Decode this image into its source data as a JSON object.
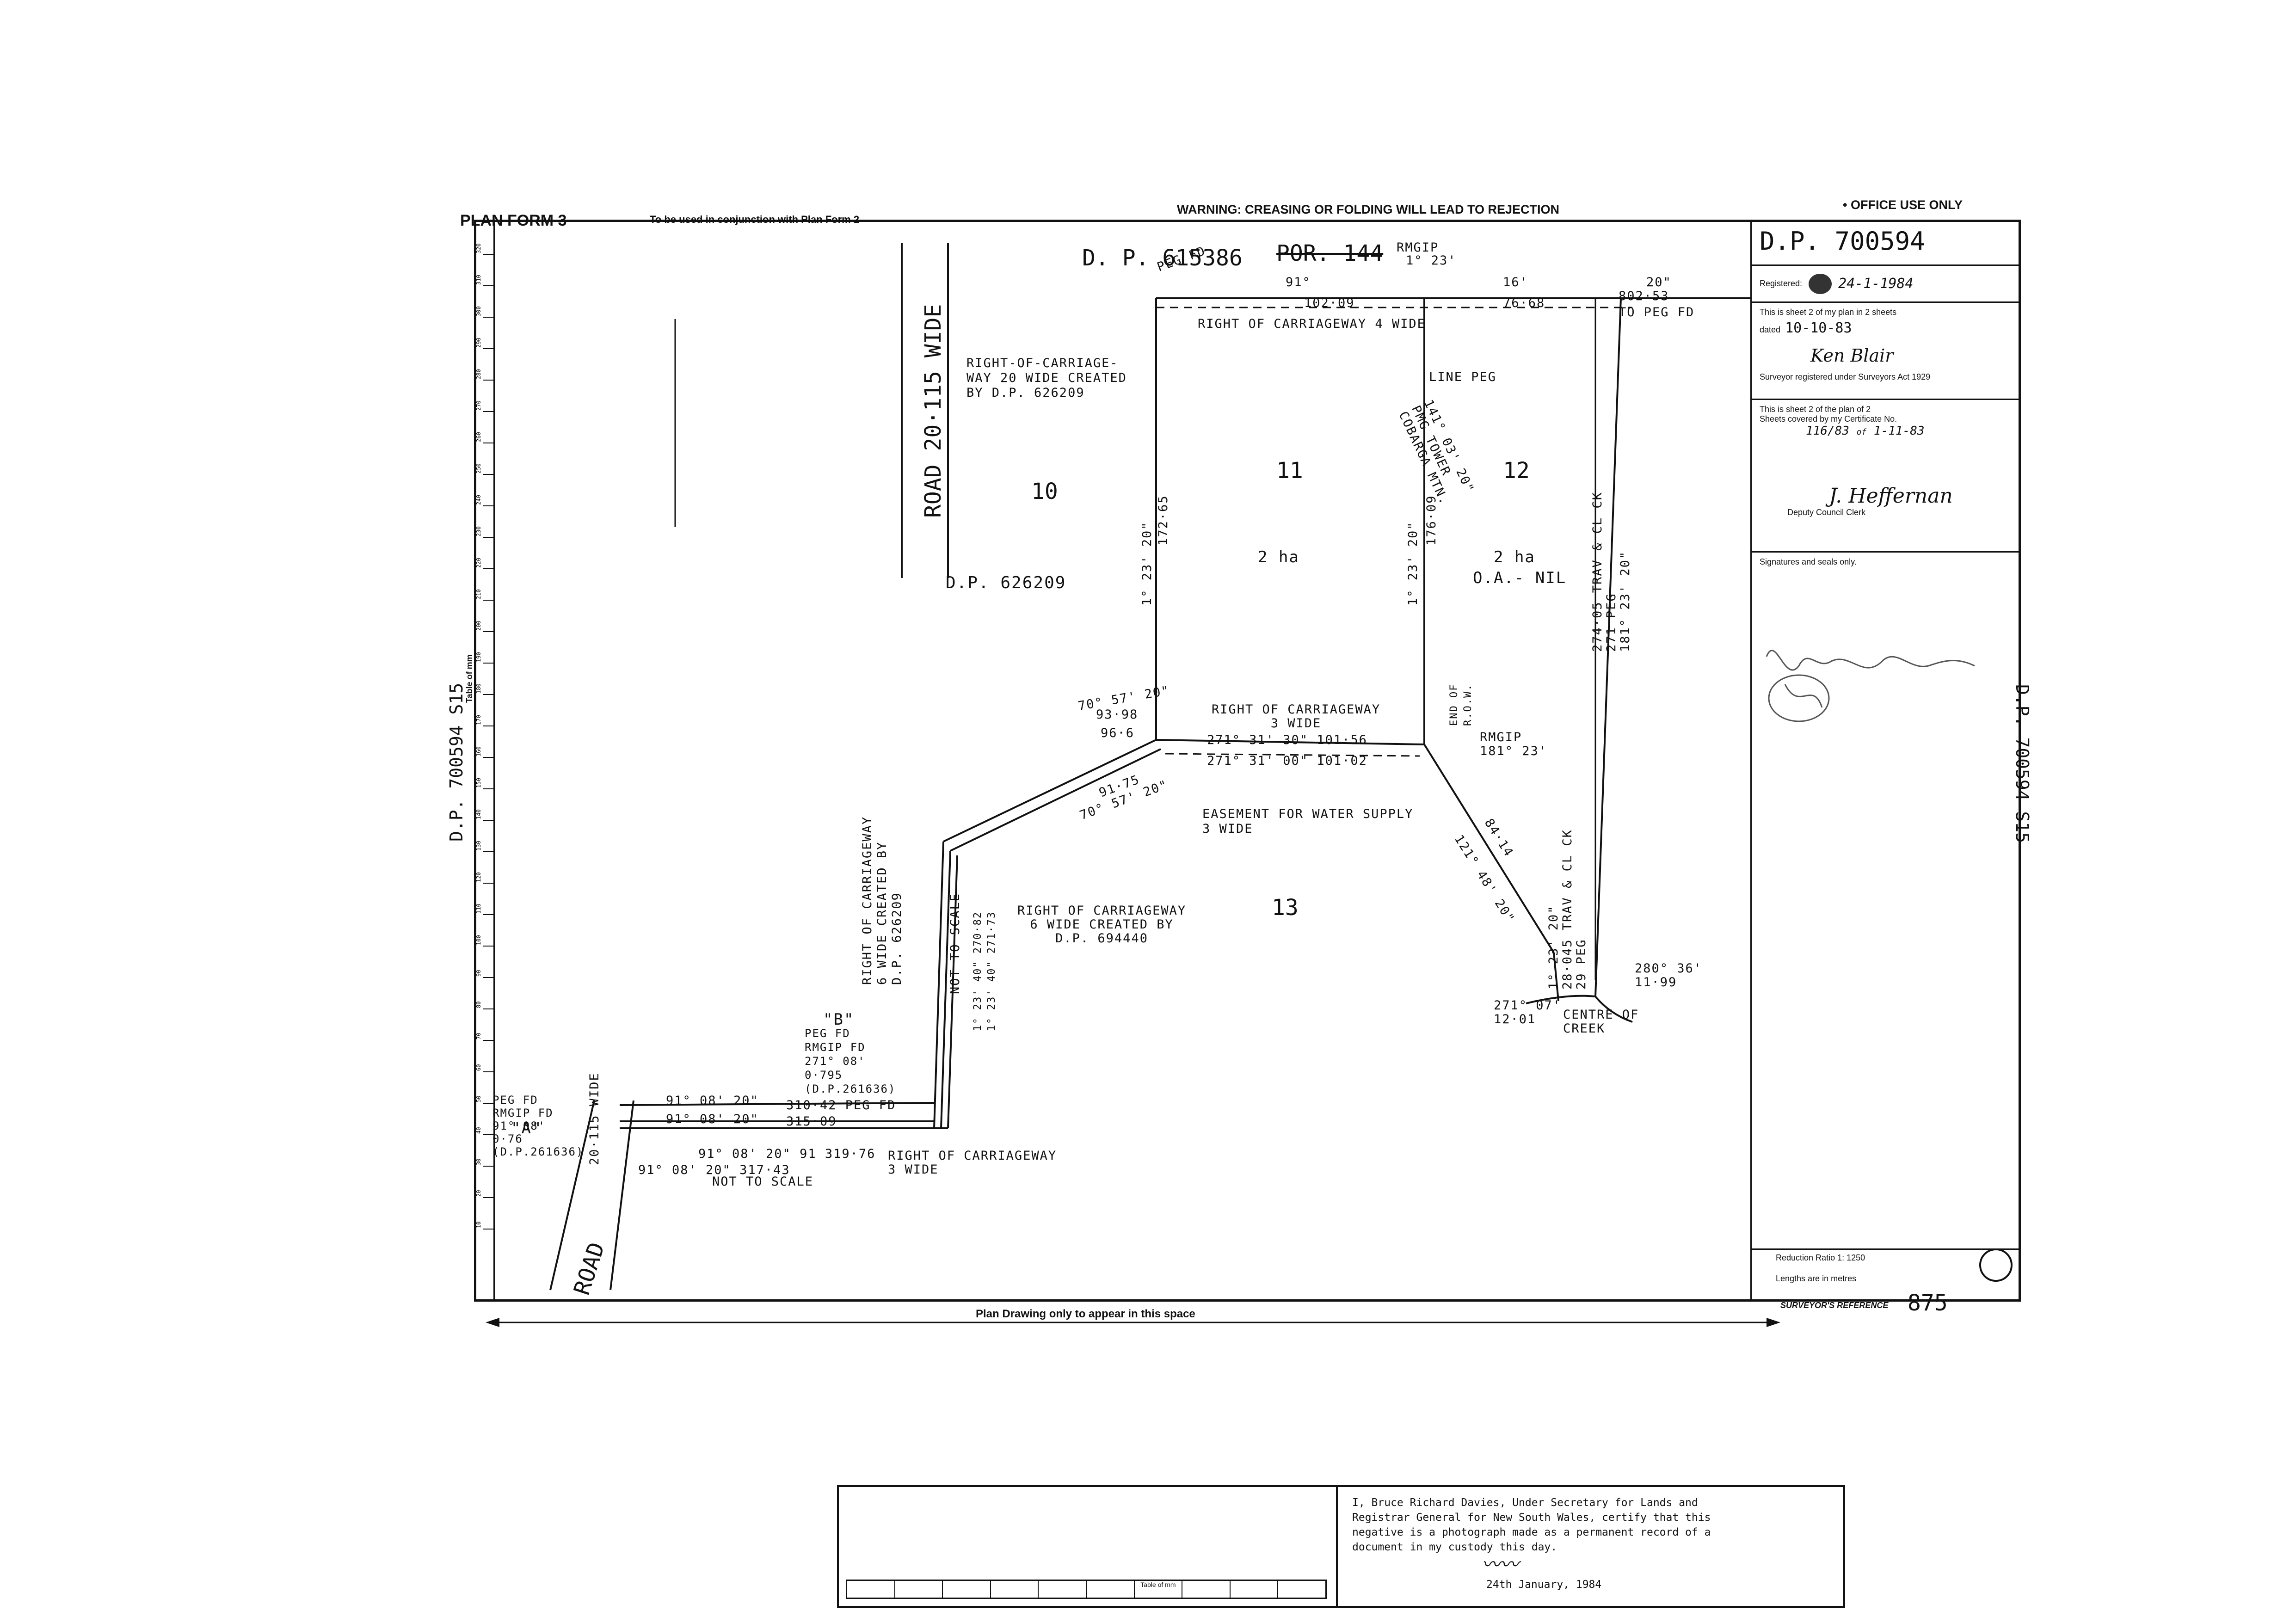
{
  "header": {
    "form_name": "PLAN FORM 3",
    "conjunction_note": "To be used in conjunction with Plan Form 2",
    "warning": "WARNING: CREASING OR FOLDING WILL LEAD TO REJECTION",
    "office_use": "• OFFICE USE ONLY"
  },
  "office_panel": {
    "dp_number": "D.P. 700594",
    "registered_label": "Registered:",
    "registered_date": "24-1-1984",
    "sheet_text": "This is sheet  2  of my plan in  2  sheets",
    "dated_label": "dated",
    "dated_value": "10-10-83",
    "surveyor_signature": "Ken Blair",
    "surveyor_text": "Surveyor registered under Surveyors Act 1929",
    "council_sheet_text": "This is sheet   2   of the plan of   2",
    "council_sheets_text": "Sheets covered by my Certificate No.",
    "certificate_no": "116/83",
    "certificate_of": "of",
    "certificate_date": "1-11-83",
    "council_signature": "J. Heffernan",
    "council_clerk": "Deputy Council Clerk",
    "signatures_note": "Signatures and seals only.",
    "reduction_ratio": "Reduction Ratio 1: 1250",
    "lengths_note": "Lengths are in metres"
  },
  "margin": {
    "left_vertical": "D.P. 700594 S15",
    "right_vertical": "D.P. 700594 S15",
    "table_of_mm": "Table of mm",
    "scale_ticks": [
      "10",
      "20",
      "30",
      "40",
      "50",
      "60",
      "70",
      "80",
      "90",
      "100",
      "110",
      "120",
      "130",
      "140",
      "150",
      "160",
      "170",
      "180",
      "190",
      "200",
      "210",
      "220",
      "230",
      "240",
      "250",
      "260",
      "270",
      "280",
      "290",
      "300",
      "310",
      "320"
    ]
  },
  "plan": {
    "top_dp": "D.      P.      615386",
    "por_struck": "POR. 144",
    "rmgip_top": "RMGIP",
    "bearing_top_a": "1° 23'",
    "bearing_91": "91°",
    "bearing_16": "16'",
    "bearing_20": "20\"",
    "dist_102": "102·09",
    "dist_76": "76·68",
    "dist_802": "802·53",
    "to_peg_fd": "TO PEG FD",
    "peg_fd": "PEG FD",
    "row_4_wide": "RIGHT OF CARRIAGEWAY  4  WIDE",
    "row_20_wide": "RIGHT-OF-CARRIAGE-\nWAY 20 WIDE CREATED\nBY D.P. 626209",
    "road_top": "ROAD  20·115  WIDE",
    "lot_10": "10",
    "lot_11": "11",
    "lot_12": "12",
    "lot_13": "13",
    "area_11": "2 ha",
    "area_12": "2 ha",
    "oa_nil": "O.A.- NIL",
    "dp_626209": "D.P. 626209",
    "line_peg": "LINE PEG",
    "pmg_tower": "141° 03' 20\"\nPMG TOWER\nCOBARGA MTN.",
    "dist_172": "172·65",
    "dist_176": "176·09",
    "bear_left_lot11": "1°  23'  20\"",
    "bear_right_lot11": "1°  23'  20\"",
    "trav_ck": "274·05 TRAV & CL CK\n271 PEG\n181° 23' 20\"",
    "row_3_wide_mid": "RIGHT OF CARRIAGEWAY\n3 WIDE",
    "bear_271_31_a": "271° 31' 30\"  101·56",
    "bear_271_31_b": "271° 31' 00\"  101·02",
    "rmgip_181": "RMGIP\n181° 23'",
    "end_of_row": "END OF\nR.O.W.",
    "easement": "EASEMENT FOR WATER SUPPLY\n3 WIDE",
    "bear_121": "121° 48' 20\"",
    "dist_84": "84·14",
    "row_6_wide": "RIGHT OF CARRIAGEWAY\n6 WIDE CREATED BY\nD.P. 694440",
    "row_dp626209_vert": "RIGHT OF CARRIAGEWAY\n6 WIDE CREATED BY\nD.P. 626209",
    "bear_70_57": "70° 57' 20\"",
    "dist_93": "93·98",
    "dist_96": "96·6",
    "bear_70_57_b": "70° 57' 20\"",
    "dist_91": "91·75",
    "trav_bottom": "1° 23' 20\"\n28·045 TRAV & CL CK\n29 PEG",
    "bear_280": "280° 36'\n11·99",
    "bear_271_07": "271° 07'\n12·01",
    "centre_creek": "CENTRE OF\nCREEK",
    "scale_note": "NOT TO SCALE",
    "point_a": "\"A\"",
    "point_b": "\"B\"",
    "b_text": "PEG FD\nRMGIP FD\n271° 08'\n0·795\n(D.P.261636)",
    "a_text": "PEG FD\nRMGIP FD\n91° 08'\n0·76\n(D.P.261636)",
    "bear_91_08_a": "91°  08'  20\"",
    "bear_91_08_b": "91°  08'  20\"",
    "dist_310": "310·42  PEG FD",
    "dist_315": "315·09",
    "bear_91_08_c": "91° 08' 20\"  91  319·76",
    "bear_91_08_d": "91° 08' 20\"  317·43",
    "row_3_wide_bottom": "RIGHT OF CARRIAGEWAY\n3 WIDE",
    "bear_1_23_40": "1° 23' 40\" 270·82\n1° 23' 40\" 271·73",
    "road_bottom": "ROAD",
    "road_bottom_width": "20·115  WIDE",
    "not_scale_vert": "NOT TO SCALE"
  },
  "bottom_bar": {
    "plan_drawing": "Plan Drawing only to appear in this space",
    "surveyors_ref_label": "SURVEYOR'S REFERENCE",
    "surveyors_ref": "875"
  },
  "certificate": {
    "text": "I, Bruce Richard Davies, Under Secretary for Lands and\nRegistrar General for New South Wales, certify that this\nnegative is a photograph made as a permanent record of a\ndocument in my custody this day.",
    "date": "24th January, 1984",
    "table_of_mm": "Table of mm"
  }
}
